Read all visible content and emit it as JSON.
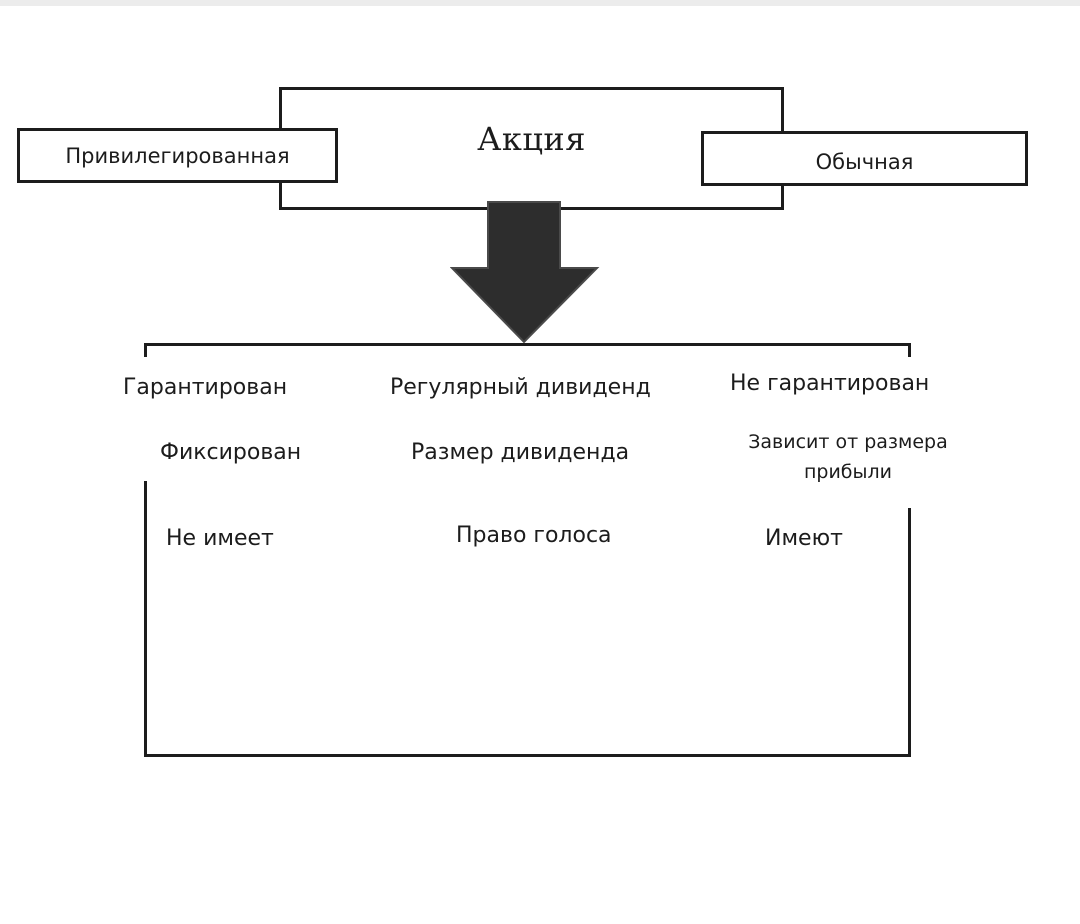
{
  "diagram": {
    "root": {
      "label": "Акция"
    },
    "left_type": {
      "label": "Привилегированная"
    },
    "right_type": {
      "label": "Обычная"
    },
    "rows": [
      {
        "feature": "Регулярный дивиденд",
        "preferred": "Гарантирован",
        "common": "Не гарантирован"
      },
      {
        "feature": "Размер дивиденда",
        "preferred": "Фиксирован",
        "common_line1": "Зависит от размера",
        "common_line2": "прибыли"
      },
      {
        "feature": "Право голоса",
        "preferred": "Не имеет",
        "common": "Имеют"
      }
    ]
  },
  "colors": {
    "line": "#1c1c1c",
    "arrow_fill": "#2d2d2d",
    "background": "#ffffff"
  },
  "icons": {
    "arrow": "down-arrow-icon"
  }
}
